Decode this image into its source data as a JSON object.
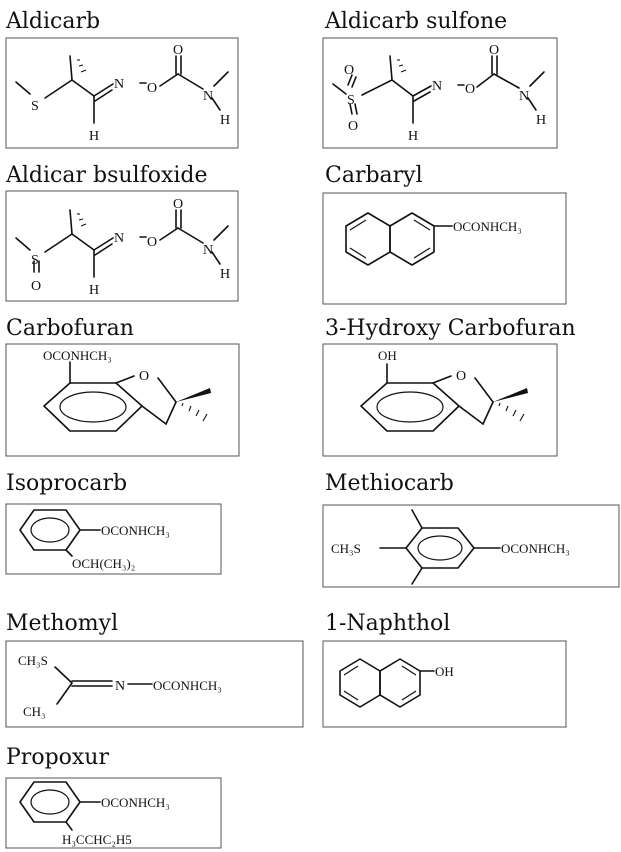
{
  "compounds": [
    {
      "name": "Aldicarb",
      "atoms": {
        "s": "S",
        "n": "N",
        "o": "O",
        "o_dbl": "O",
        "nh_n": "N",
        "h1": "H",
        "h2": "H"
      }
    },
    {
      "name": "Aldicarb sulfone",
      "atoms": {
        "s": "S",
        "o_top": "O",
        "o_bot": "O",
        "n": "N",
        "o": "O",
        "o_dbl": "O",
        "nh_n": "N",
        "h1": "H",
        "h2": "H"
      }
    },
    {
      "name": "Aldicar bsulfoxide",
      "atoms": {
        "s": "S",
        "o_s": "O",
        "n": "N",
        "o": "O",
        "o_dbl": "O",
        "nh_n": "N",
        "h1": "H",
        "h2": "H"
      }
    },
    {
      "name": "Carbaryl",
      "atoms": {
        "sub": "OCONHCH₃"
      }
    },
    {
      "name": "Carbofuran",
      "atoms": {
        "sub": "OCONHCH₃",
        "o_ring": "O"
      }
    },
    {
      "name": "3-Hydroxy Carbofuran",
      "atoms": {
        "sub": "OH",
        "o_ring": "O"
      }
    },
    {
      "name": "Isoprocarb",
      "atoms": {
        "sub1": "OCONHCH₃",
        "sub2": "OCH(CH₃)₂"
      }
    },
    {
      "name": "Methiocarb",
      "atoms": {
        "left": "CH₃S",
        "right": "OCONHCH₃"
      }
    },
    {
      "name": "Methomyl",
      "atoms": {
        "top": "CH₃S",
        "bot": "CH₃",
        "n": "N",
        "right": "OCONHCH₃"
      }
    },
    {
      "name": "1-Naphthol",
      "atoms": {
        "sub": "OH"
      }
    },
    {
      "name": "Propoxur",
      "atoms": {
        "sub1": "OCONHCH₃",
        "sub2": "H₃CCHC₂H5"
      }
    }
  ]
}
